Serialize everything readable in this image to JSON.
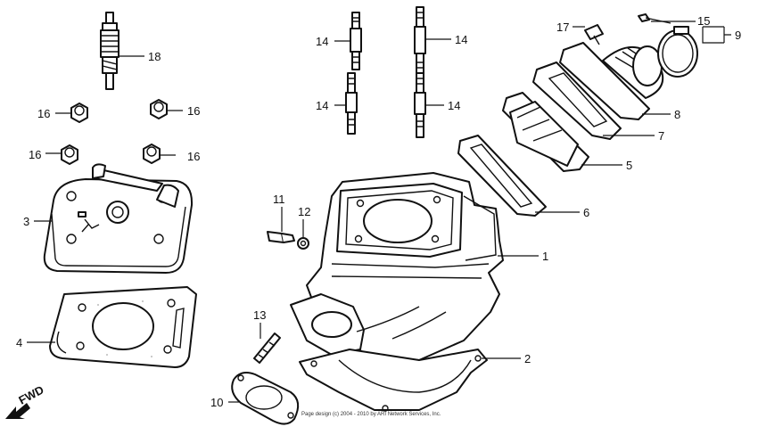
{
  "callouts": [
    {
      "id": "c1",
      "text": "1"
    },
    {
      "id": "c2",
      "text": "2"
    },
    {
      "id": "c3",
      "text": "3"
    },
    {
      "id": "c4",
      "text": "4"
    },
    {
      "id": "c5",
      "text": "5"
    },
    {
      "id": "c6",
      "text": "6"
    },
    {
      "id": "c7",
      "text": "7"
    },
    {
      "id": "c8",
      "text": "8"
    },
    {
      "id": "c9",
      "text": "9"
    },
    {
      "id": "c10",
      "text": "10"
    },
    {
      "id": "c11",
      "text": "11"
    },
    {
      "id": "c12",
      "text": "12"
    },
    {
      "id": "c13",
      "text": "13"
    },
    {
      "id": "c14a",
      "text": "14"
    },
    {
      "id": "c14b",
      "text": "14"
    },
    {
      "id": "c14c",
      "text": "14"
    },
    {
      "id": "c14d",
      "text": "14"
    },
    {
      "id": "c15",
      "text": "15"
    },
    {
      "id": "c16a",
      "text": "16"
    },
    {
      "id": "c16b",
      "text": "16"
    },
    {
      "id": "c16c",
      "text": "16"
    },
    {
      "id": "c16d",
      "text": "16"
    },
    {
      "id": "c17",
      "text": "17"
    },
    {
      "id": "c18",
      "text": "18"
    }
  ],
  "direction_label": "FWD",
  "copyright": "Page design (c) 2004 - 2010 by ARI Network Services, Inc."
}
